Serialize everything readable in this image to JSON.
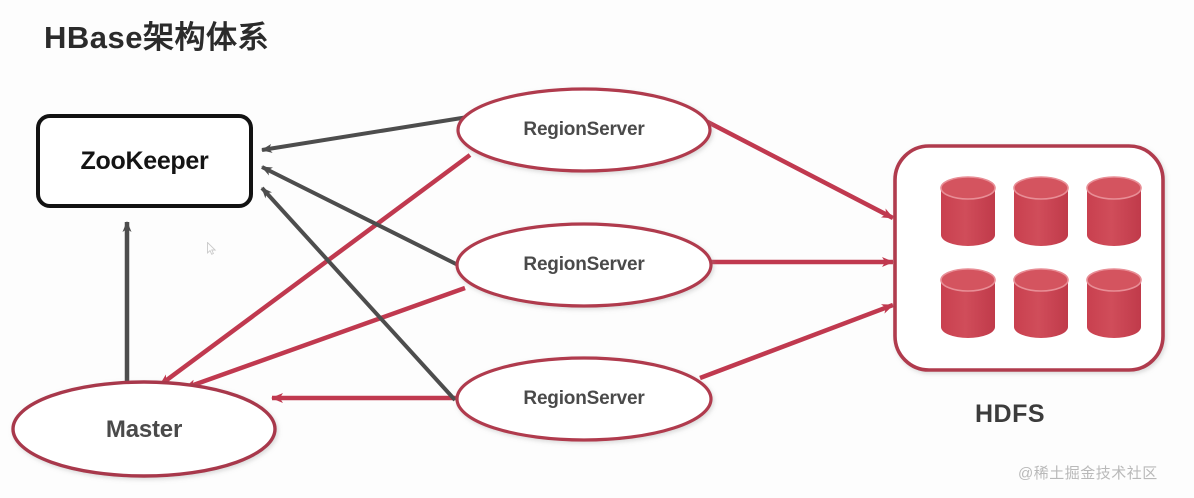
{
  "title": "HBase架构体系",
  "watermark": "@稀土掘金技术社区",
  "colors": {
    "background": "#fdfdfd",
    "title_text": "#2b2b2b",
    "zk_border": "#121212",
    "zk_text": "#141414",
    "node_stroke": "#b03a4e",
    "node_text": "#4a4a4a",
    "red_arrow": "#c0394f",
    "gray_arrow": "#4d4d4d",
    "cylinder_fill": "#cf4653",
    "cylinder_top": "#d9616c",
    "hdfs_border": "#b03a4e",
    "watermark_text": "#b9b9b9"
  },
  "nodes": {
    "zookeeper": {
      "label": "ZooKeeper",
      "shape": "rounded-rect"
    },
    "master": {
      "label": "Master",
      "shape": "ellipse"
    },
    "hdfs": {
      "label": "HDFS",
      "shape": "rounded-rect-container",
      "storage_units": 6
    },
    "regionservers": [
      {
        "label": "RegionServer"
      },
      {
        "label": "RegionServer"
      },
      {
        "label": "RegionServer"
      }
    ]
  },
  "edges": [
    {
      "from": "regionserver-1",
      "to": "zookeeper",
      "color": "gray"
    },
    {
      "from": "regionserver-2",
      "to": "zookeeper",
      "color": "gray"
    },
    {
      "from": "regionserver-3",
      "to": "zookeeper",
      "color": "gray"
    },
    {
      "from": "master",
      "to": "zookeeper",
      "color": "gray"
    },
    {
      "from": "regionserver-1",
      "to": "master",
      "color": "red"
    },
    {
      "from": "regionserver-2",
      "to": "master",
      "color": "red"
    },
    {
      "from": "regionserver-3",
      "to": "master",
      "color": "red"
    },
    {
      "from": "regionserver-1",
      "to": "hdfs",
      "color": "red"
    },
    {
      "from": "regionserver-2",
      "to": "hdfs",
      "color": "red"
    },
    {
      "from": "regionserver-3",
      "to": "hdfs",
      "color": "red"
    }
  ]
}
